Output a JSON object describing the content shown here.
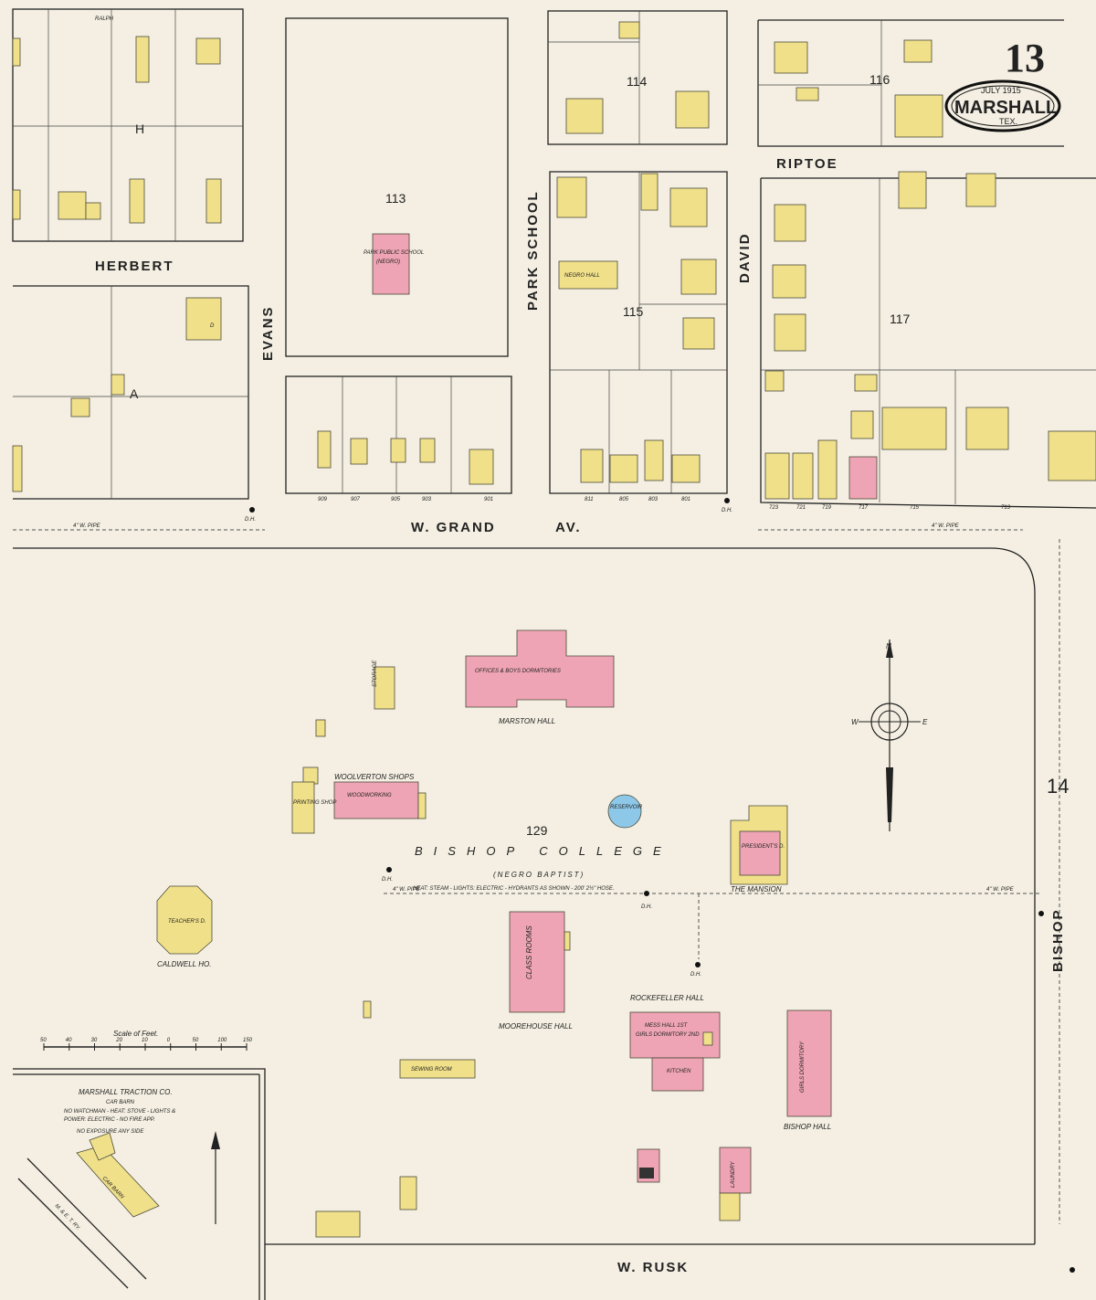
{
  "sheet": {
    "number": "13",
    "date": "JULY 1915",
    "city": "MARSHALL",
    "state": "TEX.",
    "adjacent_sheet": "14"
  },
  "streets": {
    "ralph": "RALPH",
    "herbert": "HERBERT",
    "evans": "EVANS",
    "park_school": "PARK SCHOOL",
    "david": "DAVID",
    "riptoe": "RIPTOE",
    "w_grand": "W. GRAND",
    "av": "AV.",
    "bishop": "BISHOP",
    "w_rusk": "W. RUSK"
  },
  "blocks": {
    "b113": "113",
    "b114": "114",
    "b115": "115",
    "b116": "116",
    "b117": "117",
    "b129": "129",
    "h": "H",
    "a": "A"
  },
  "buildings": {
    "park_school": "PARK PUBLIC SCHOOL",
    "park_school_note": "(NEGRO)",
    "negro_hall": "NEGRO HALL",
    "marston": "MARSTON HALL",
    "marston_use": "OFFICES & BOYS DORMITORIES",
    "storage": "STORAGE",
    "woolverton": "WOOLVERTON SHOPS",
    "woodworking": "WOODWORKING",
    "printing": "PRINTING SHOP",
    "reservoir": "RESERVOIR",
    "mansion": "THE MANSION",
    "presidents": "PRESIDENT'S D.",
    "teachers": "TEACHER'S D.",
    "caldwell": "CALDWELL HO.",
    "moorehouse": "MOOREHOUSE HALL",
    "class_rooms": "CLASS ROOMS",
    "rockefeller": "ROCKEFELLER HALL",
    "mess_hall": "MESS HALL 1ST",
    "girls_dorm_2": "GIRLS DORMITORY 2ND",
    "kitchen": "KITCHEN",
    "girls_dormitory": "GIRLS DORMITORY",
    "bishop_hall": "BISHOP HALL",
    "sewing": "SEWING ROOM",
    "laundry": "LAUNDRY",
    "dwelling": "D"
  },
  "college": {
    "name": "BISHOP COLLEGE",
    "note": "(NEGRO BAPTIST)",
    "services": "HEAT: STEAM - LIGHTS: ELECTRIC - HYDRANTS AS SHOWN - 200' 2½\" HOSE."
  },
  "utilities": {
    "pipe": "4\" W. PIPE",
    "hydrant": "D.H."
  },
  "scale": {
    "title": "Scale of Feet.",
    "ticks": [
      "50",
      "40",
      "30",
      "20",
      "10",
      "0",
      "50",
      "100",
      "150"
    ]
  },
  "inset": {
    "title": "MARSHALL TRACTION CO.",
    "subtitle": "CAR BARN",
    "note1": "NO WATCHMAN - HEAT: STOVE - LIGHTS &",
    "note2": "POWER: ELECTRIC - NO FIRE APP.",
    "exposure": "NO EXPOSURE ANY SIDE",
    "barn": "CAR BARN",
    "railway": "M. & E. T. RY."
  },
  "compass": {
    "north": "N",
    "east": "E",
    "west": "W"
  },
  "house_numbers": {
    "n909": "909",
    "n907": "907",
    "n905": "905",
    "n903": "903",
    "n901": "901",
    "n811": "811",
    "n805": "805",
    "n803": "803",
    "n801": "801",
    "n723": "723",
    "n721": "721",
    "n719": "719",
    "n717": "717",
    "n715": "715",
    "n713": "713"
  },
  "colors": {
    "paper": "#f4efe2",
    "frame_dwelling": "#f0e08a",
    "brick": "#eea4b4",
    "reservoir": "#8ec8e8"
  }
}
